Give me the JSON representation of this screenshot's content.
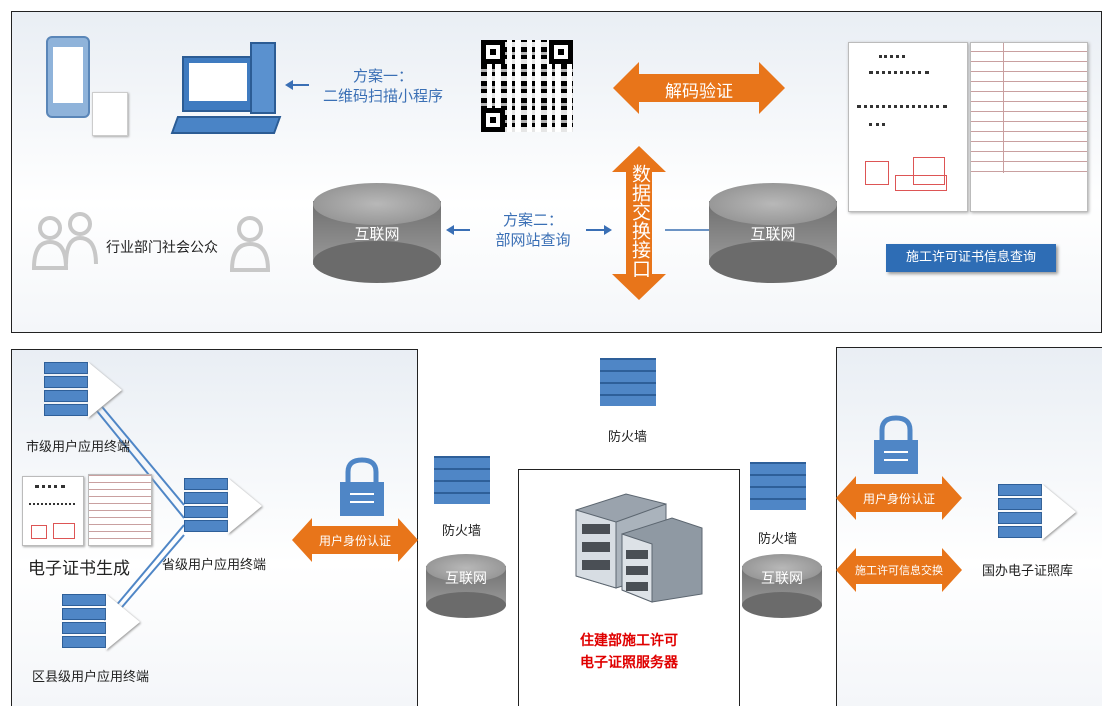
{
  "top": {
    "scheme1_title": "方案一：",
    "scheme1_desc": "二维码扫描小程序",
    "decode_label": "解码验证",
    "scheme2_title": "方案二：",
    "scheme2_desc": "部网站查询",
    "data_exchange_label": "数据交换接口",
    "internet_left": "互联网",
    "internet_right": "互联网",
    "public_label": "行业部门社会公众",
    "cert_query_label": "施工许可证书信息查询"
  },
  "bottom": {
    "city_terminal": "市级用户应用终端",
    "cert_generate": "电子证书生成",
    "province_terminal": "省级用户应用终端",
    "county_terminal": "区县级用户应用终端",
    "auth_left": "用户身份认证",
    "firewall_left": "防火墙",
    "internet_left": "互联网",
    "firewall_center": "防火墙",
    "server_name_line1": "住建部施工许可",
    "server_name_line2": "电子证照服务器",
    "firewall_right": "防火墙",
    "internet_right": "互联网",
    "auth_right": "用户身份认证",
    "permit_exchange": "施工许可信息交换",
    "national_lib": "国办电子证照库"
  },
  "colors": {
    "arrow_orange": "#e8751a",
    "server_blue": "#4f86c6",
    "globe_gray": "#8a8a8a",
    "server_red_text": "#e00000",
    "tag_blue": "#2e6db5"
  }
}
